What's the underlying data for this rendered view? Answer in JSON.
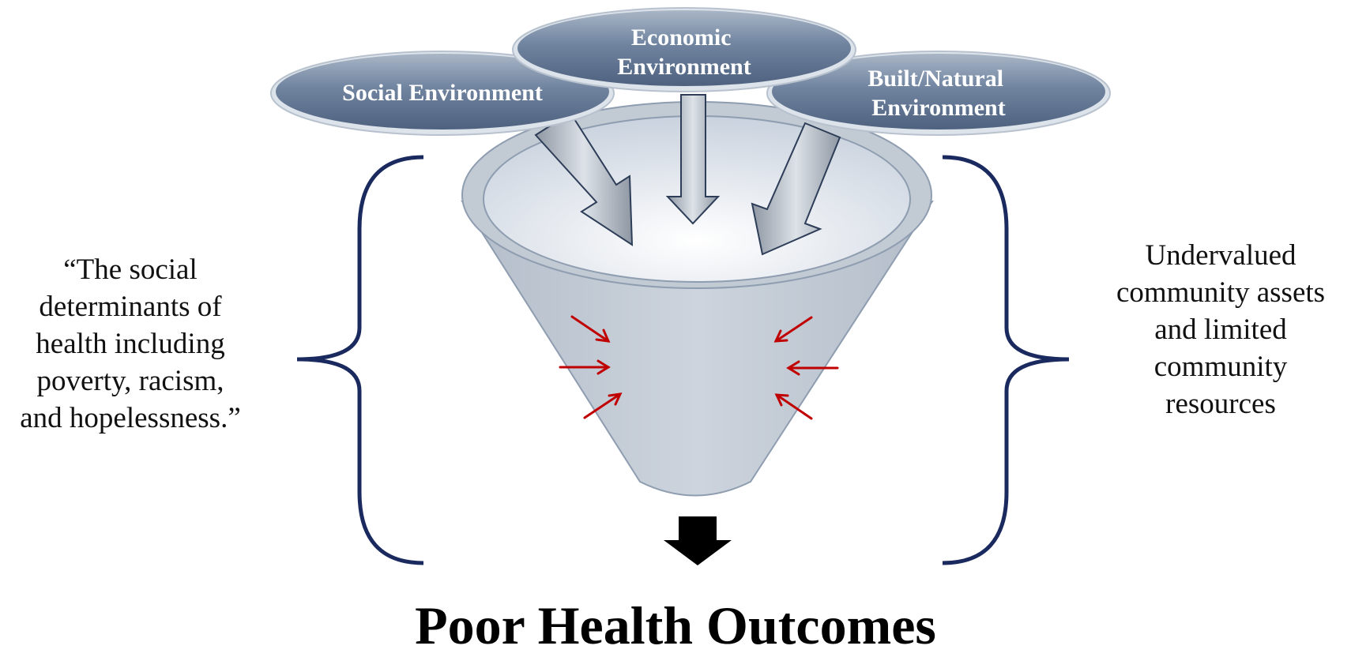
{
  "ovals": {
    "social": "Social Environment",
    "economic": [
      "Economic",
      "Environment"
    ],
    "built": [
      "Built/Natural",
      "Environment"
    ]
  },
  "left_quote": "“The social\ndeterminants of\nhealth including\npoverty, racism,\nand hopelessness.”",
  "right_text": "Undervalued\ncommunity assets\nand limited\ncommunity\nresources",
  "outcome": "Poor Health Outcomes",
  "colors": {
    "oval_fill": "#6e8098",
    "oval_text": "#ffffff",
    "funnel_fill": "#c4ccd6",
    "brace_color": "#1a2a5e",
    "pressure_arrow_color": "#c00000",
    "output_arrow_color": "#000000"
  }
}
